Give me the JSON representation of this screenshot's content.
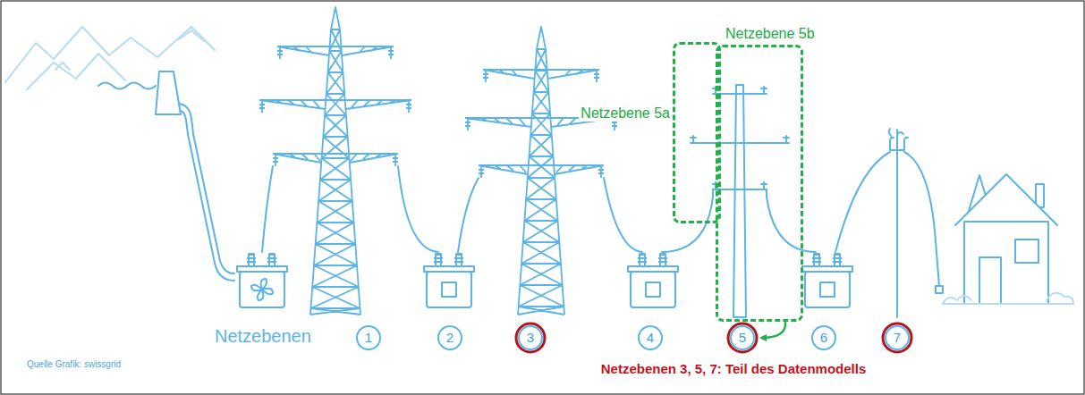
{
  "diagram": {
    "nodes": [
      {
        "text": [
          "Netzebene 5a"
        ]
      },
      {
        "text": [
          "Netzebene 5b"
        ]
      },
      {
        "text": [
          "1"
        ]
      },
      {
        "text": [
          "2"
        ]
      },
      {
        "text": [
          "3"
        ]
      },
      {
        "text": [
          "4"
        ]
      },
      {
        "text": [
          "5"
        ]
      },
      {
        "text": [
          "6"
        ]
      },
      {
        "text": [
          "7"
        ]
      }
    ],
    "edges": [
      {
        "from": 1,
        "to": 6,
        "arrow": "to"
      }
    ],
    "labels": [
      "Netzebenen",
      "Quelle Grafik: swissgrid",
      "Netzebenen 3, 5, 7: Teil des Datenmodells"
    ]
  }
}
